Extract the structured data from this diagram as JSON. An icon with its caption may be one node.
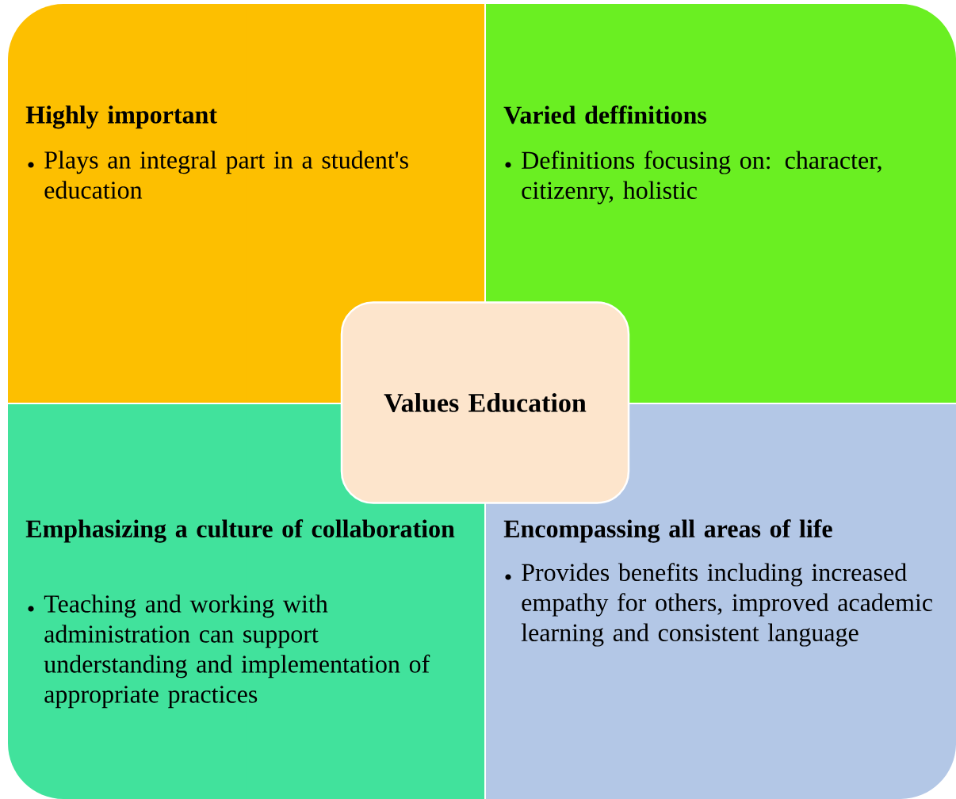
{
  "diagram": {
    "nodes": [
      {
        "text": [
          "Highly important",
          "Plays an integral part in a student's education"
        ]
      },
      {
        "text": [
          "Varied deffinitions",
          "Definitions focusing on: character, citizenry, holistic"
        ]
      },
      {
        "text": [
          "Emphasizing a culture of collaboration",
          "Teaching and working with administration can support understanding and implementation of appropriate practices"
        ]
      },
      {
        "text": [
          "Encompassing all areas of life",
          "Provides benefits including increased empathy for others, improved academic learning and consistent language"
        ]
      },
      {
        "text": [
          "Values Education"
        ]
      }
    ]
  }
}
